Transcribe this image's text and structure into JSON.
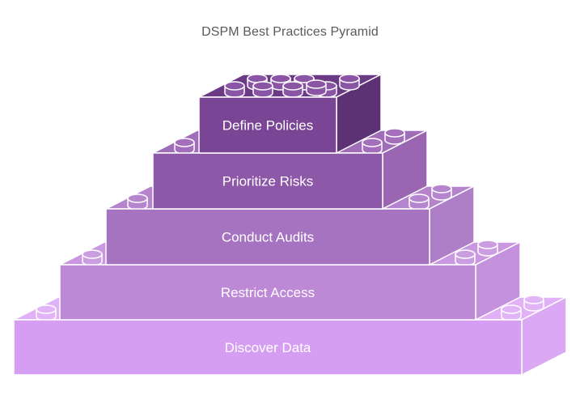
{
  "title": "DSPM Best Practices Pyramid",
  "tiers": [
    {
      "label": "Define Policies",
      "colors": {
        "front": "#7b4596",
        "top": "#6a3a84",
        "side": "#5d3275",
        "stud": "#8a55a5",
        "stroke": "#ffffff"
      }
    },
    {
      "label": "Prioritize Risks",
      "colors": {
        "front": "#8e58a8",
        "top": "#a06db8",
        "side": "#9a66b2",
        "stud": "#a36fbb",
        "stroke": "#ffffff"
      }
    },
    {
      "label": "Conduct Audits",
      "colors": {
        "front": "#a673c0",
        "top": "#b584cd",
        "side": "#ae7ec6",
        "stud": "#b586cd",
        "stroke": "#ffffff"
      }
    },
    {
      "label": "Restrict Access",
      "colors": {
        "front": "#bd88d6",
        "top": "#ca98e1",
        "side": "#c492dc",
        "stud": "#cb9ee2",
        "stroke": "#ffffff"
      }
    },
    {
      "label": "Discover Data",
      "colors": {
        "front": "#d69ef2",
        "top": "#e1b1f7",
        "side": "#dba9f4",
        "stud": "#e0b4f6",
        "stroke": "#ffffff"
      }
    }
  ]
}
